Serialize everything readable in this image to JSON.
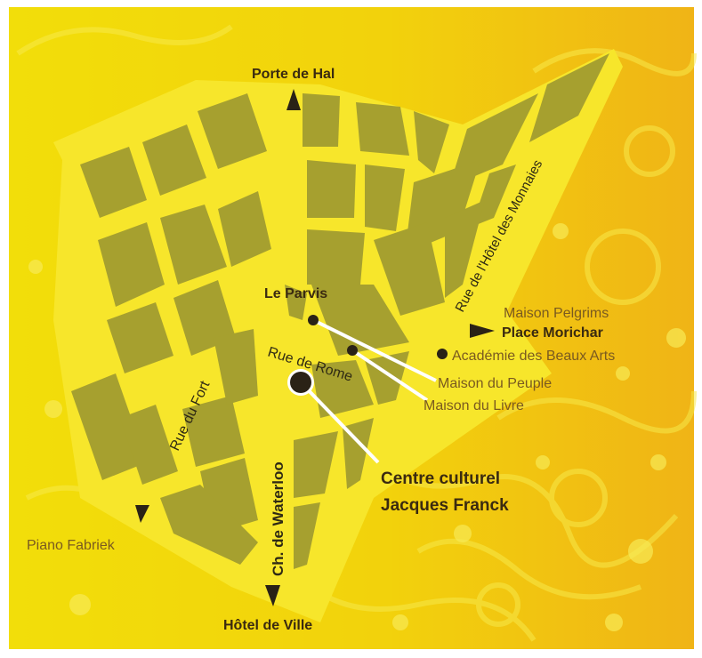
{
  "labels": {
    "porte_de_hal": "Porte de Hal",
    "hotel_de_ville": "Hôtel de Ville",
    "le_parvis": "Le Parvis",
    "place_morichar": "Place Morichar",
    "maison_pelgrims": "Maison Pelgrims",
    "academie": "Académie des Beaux Arts",
    "maison_du_peuple": "Maison du Peuple",
    "maison_du_livre": "Maison du Livre",
    "centre_line1": "Centre culturel",
    "centre_line2": "Jacques Franck",
    "piano_fabriek": "Piano Fabriek"
  },
  "streets": {
    "rue_de_rome": "Rue de Rome",
    "rue_du_fort": "Rue du Fort",
    "ch_de_waterloo": "Ch. de Waterloo",
    "rue_hotel_monnaies": "Rue de l'Hôtel des Monnaies"
  },
  "colors": {
    "background": "#f2d60a",
    "background_right": "#f1b514",
    "block": "#a6a02f",
    "road": "#f7e629",
    "marker": "#2a2216"
  }
}
